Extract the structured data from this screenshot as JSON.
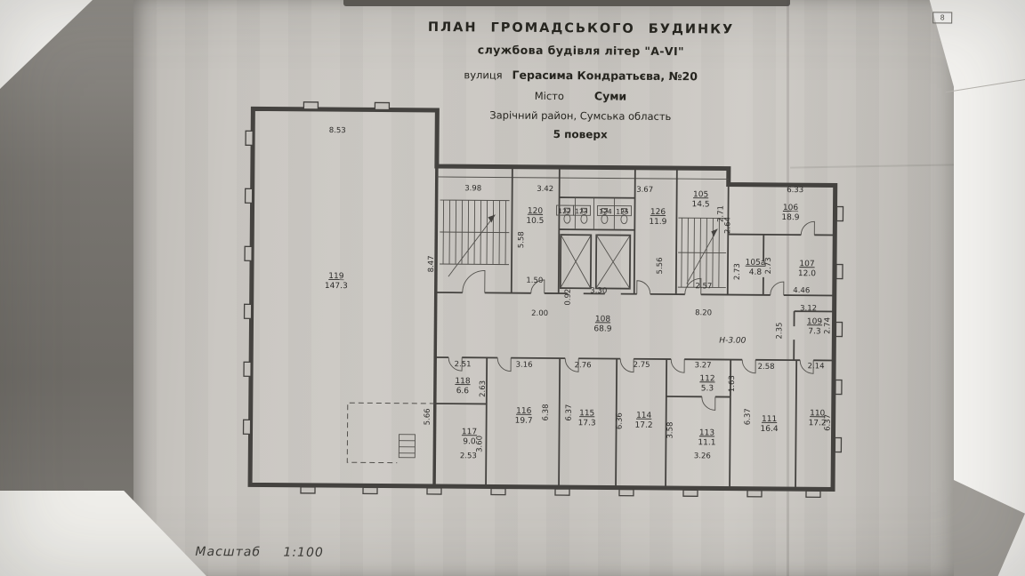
{
  "document": {
    "page_corner_number": "8",
    "title": {
      "line1": "ПЛАН ГРОМАДСЬКОГО БУДИНКУ",
      "line2": "службова будівля літер \"А-VI\"",
      "line3_label": "вулиця",
      "line3_value": "Герасима Кондратьєва, №20",
      "line4_label": "Місто",
      "line4_value": "Суми",
      "line5": "Зарічний район, Сумська область",
      "line6": "5 поверх"
    },
    "scale_label": "Масштаб",
    "scale_value": "1:100"
  },
  "floor_plan": {
    "height_note": "Н-3.00",
    "rooms": {
      "r119": {
        "num": "119",
        "area": "147.3"
      },
      "r120": {
        "num": "120",
        "area": "10.5"
      },
      "r122": {
        "num": "122"
      },
      "r123": {
        "num": "123"
      },
      "r124": {
        "num": "124"
      },
      "r125": {
        "num": "125"
      },
      "r126": {
        "num": "126",
        "area": "11.9"
      },
      "r105": {
        "num": "105",
        "area": "14.5"
      },
      "r106": {
        "num": "106",
        "area": "18.9"
      },
      "r105a": {
        "num": "105а",
        "area": "4.8"
      },
      "r107": {
        "num": "107",
        "area": "12.0"
      },
      "r108": {
        "num": "108",
        "area": "68.9"
      },
      "r109": {
        "num": "109",
        "area": "7.3"
      },
      "r118": {
        "num": "118",
        "area": "6.6"
      },
      "r117": {
        "num": "117",
        "area": "9.0"
      },
      "r116": {
        "num": "116",
        "area": "19.7"
      },
      "r115": {
        "num": "115",
        "area": "17.3"
      },
      "r114": {
        "num": "114",
        "area": "17.2"
      },
      "r113": {
        "num": "113",
        "area": "11.1"
      },
      "r112": {
        "num": "112",
        "area": "5.3"
      },
      "r111": {
        "num": "111",
        "area": "16.4"
      },
      "r110": {
        "num": "110",
        "area": "17.2"
      }
    },
    "dims": {
      "r119_width": "8.53",
      "stairA_width": "3.98",
      "r120_width": "3.42",
      "r126_width": "3.67",
      "r106_width": "6.33",
      "lobby_width": "1.50",
      "corridor_left": "2.00",
      "lifts_span": "3.30",
      "stairB_bottom": "2.57",
      "corridor_right": "8.20",
      "r109_width": "3.12",
      "r107_bottom": "4.46",
      "r118_width": "2.51",
      "r116_width": "3.16",
      "r115_width": "2.76",
      "r114_width": "2.75",
      "r112_width": "3.27",
      "r111_width": "2.58",
      "r110_width": "2.14",
      "r117_bottom": "2.53",
      "r113_bottom": "3.26",
      "r120_depth": "5.58",
      "stairA_depth": "8.47",
      "lift_gap": "0.92",
      "r126_depth": "5.56",
      "stairB_width": "2.64",
      "r106_depth": "2.71",
      "r105a_depth": "2.73",
      "r107_left": "2.73",
      "r109_left": "2.35",
      "r109_right": "2.74",
      "r118_depth": "2.63",
      "r117_depth": "3.60",
      "r117_left": "5.66",
      "r116_depth": "6.38",
      "r115_depth": "6.37",
      "r114_depth": "6.36",
      "r113_left": "3.58",
      "r112_depth": "1.63",
      "r111_depth": "6.37",
      "r110_depth": "6.37"
    }
  }
}
